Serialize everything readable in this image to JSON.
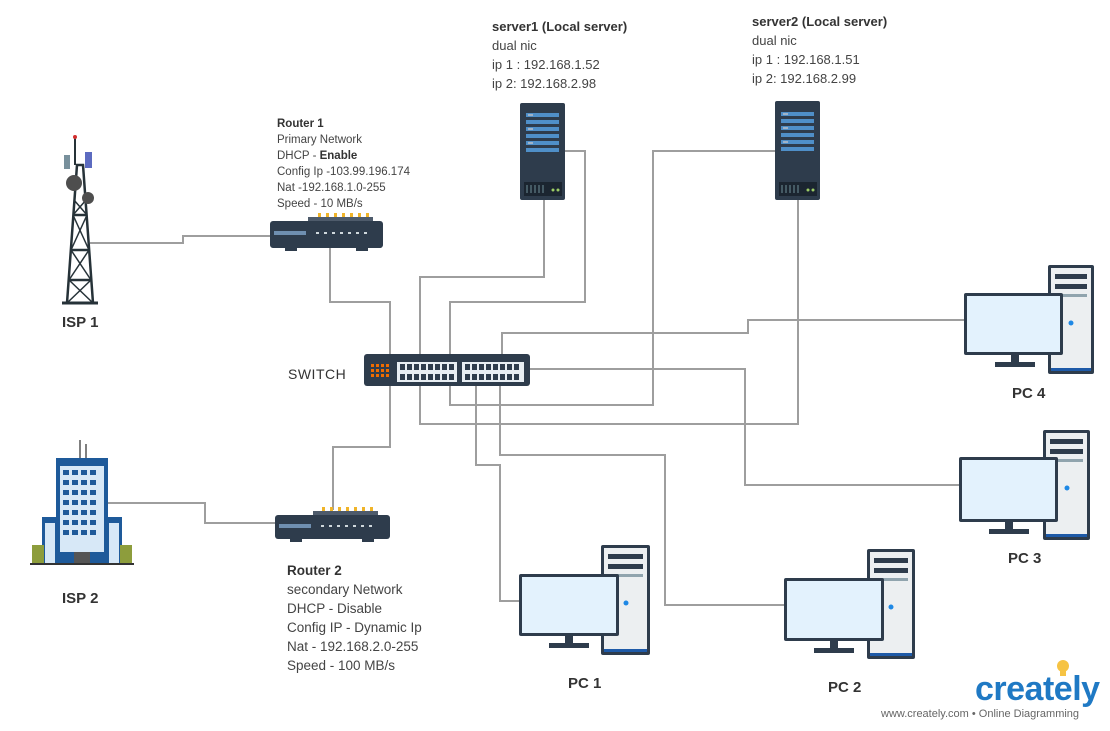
{
  "isp1": {
    "label": "ISP 1"
  },
  "isp2": {
    "label": "ISP 2"
  },
  "router1": {
    "title": "Router 1",
    "lines": [
      "Primary Network",
      "DHCP - ",
      "Config Ip -103.99.196.174",
      "Nat -192.168.1.0-255",
      "Speed - 10 MB/s"
    ],
    "dhcp_value": "Enable"
  },
  "router2": {
    "title": "Router 2",
    "lines": [
      "secondary Network",
      "DHCP - Disable",
      "Config IP - Dynamic Ip",
      "Nat - 192.168.2.0-255",
      "Speed - 100 MB/s"
    ]
  },
  "switch": {
    "label": "SWITCH"
  },
  "server1": {
    "title": "server1 (Local server)",
    "lines": [
      "dual nic",
      "ip 1 : 192.168.1.52",
      "ip 2: 192.168.2.98"
    ]
  },
  "server2": {
    "title": "server2 (Local server)",
    "lines": [
      "dual nic",
      "ip 1 : 192.168.1.51",
      "ip 2: 192.168.2.99"
    ]
  },
  "pcs": {
    "pc1": "PC 1",
    "pc2": "PC 2",
    "pc3": "PC 3",
    "pc4": "PC 4"
  },
  "branding": {
    "logo": "creately",
    "tagline": "www.creately.com • Online Diagramming"
  },
  "colors": {
    "wire": "#9e9e9e",
    "screen": "#e3f2fd",
    "device": "#2e3c4c",
    "brand": "#1f79c4",
    "bulb": "#f6c343"
  }
}
